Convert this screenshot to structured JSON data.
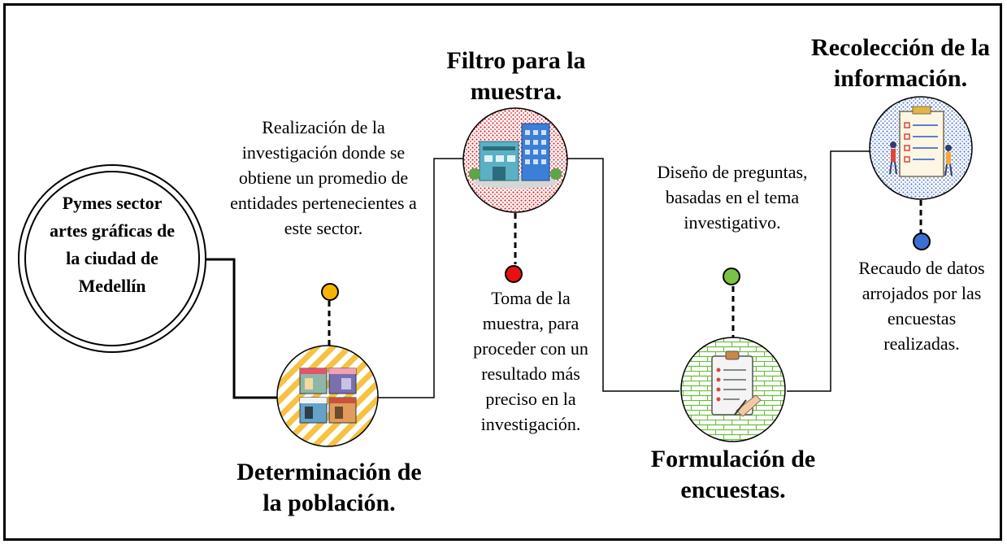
{
  "start_node": {
    "label": "Pymes sector artes gráficas de la ciudad de Medellín"
  },
  "steps": [
    {
      "title": "Determinación de la población.",
      "description": "Realización de la investigación donde se obtiene un promedio de entidades pertenecientes a este sector.",
      "dot_color": "#f5b400",
      "icon": "storefronts-icon"
    },
    {
      "title": "Filtro para la muestra.",
      "description": "Toma de la muestra, para proceder con un resultado más preciso en la investigación.",
      "dot_color": "#e81010",
      "icon": "buildings-icon"
    },
    {
      "title": "Formulación de encuestas.",
      "description": "Diseño de preguntas, basadas en el tema investigativo.",
      "dot_color": "#7cc242",
      "icon": "clipboard-form-icon"
    },
    {
      "title": "Recolección de la información.",
      "description": "Recaudo de datos arrojados por las encuestas realizadas.",
      "dot_color": "#3c6fd0",
      "icon": "checklist-board-icon"
    }
  ]
}
